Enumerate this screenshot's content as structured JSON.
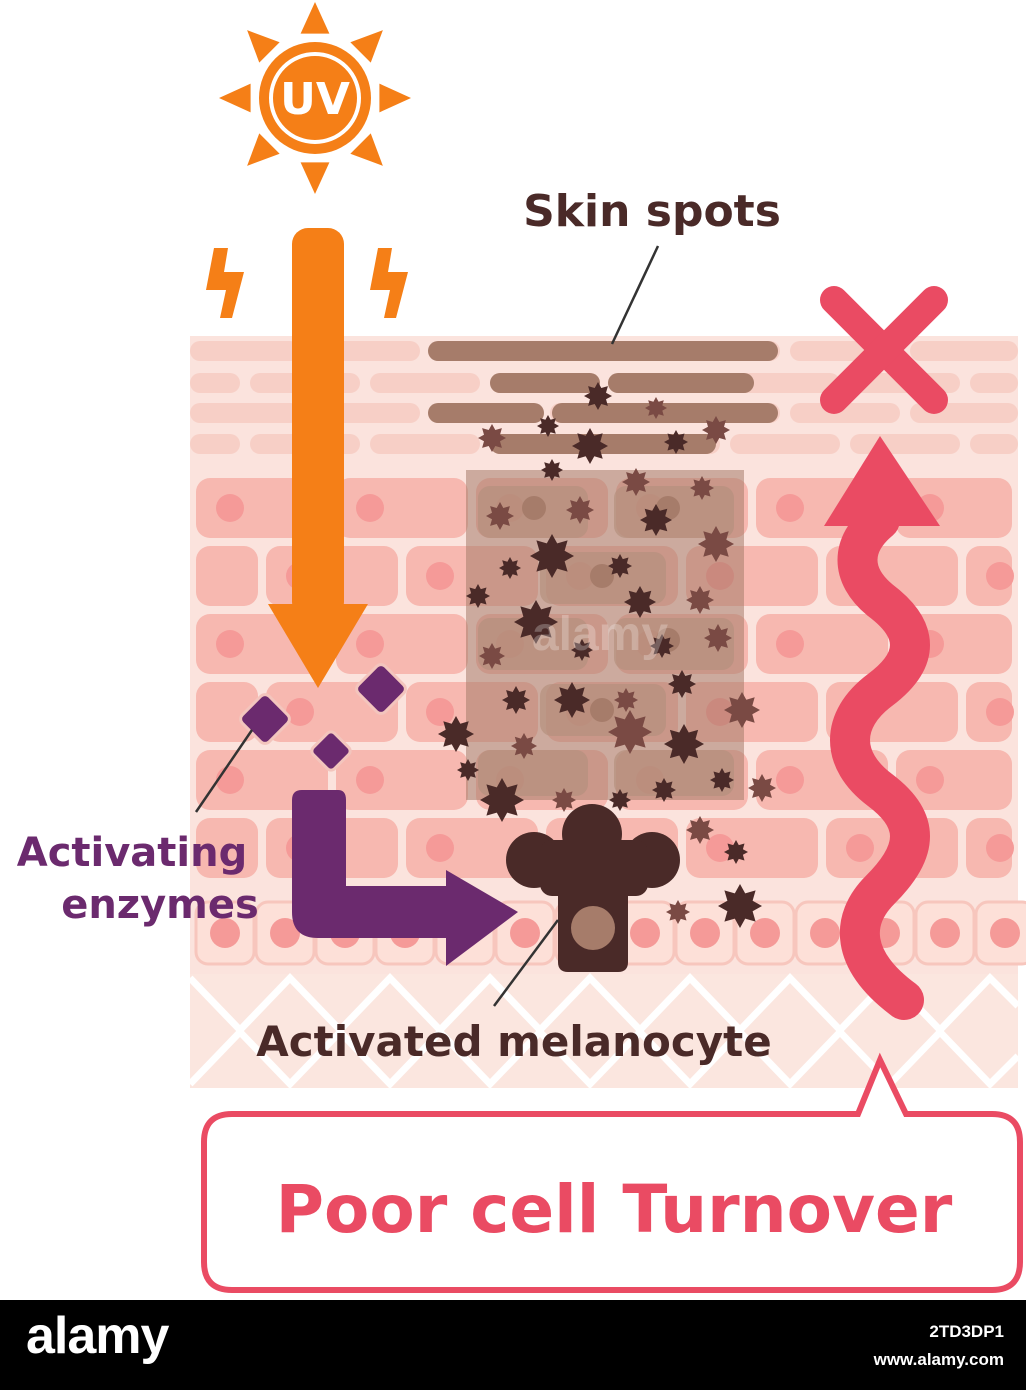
{
  "sun": {
    "label": "UV"
  },
  "labels": {
    "skin_spots": "Skin spots",
    "activating_enzymes": [
      "Activating",
      "enzymes"
    ],
    "activated_melanocyte": "Activated melanocyte",
    "callout": "Poor cell Turnover"
  },
  "watermark": "alamy",
  "footer": {
    "logo": "alamy",
    "image_id": "2TD3DP1",
    "url": "www.alamy.com"
  },
  "colors": {
    "uv_orange": "#f57f17",
    "enzyme_purple": "#6b2a6e",
    "melanin_dark": "#4a2a28",
    "melanin_mid": "#7a4a44",
    "callout_red": "#ea4b63",
    "skin_cell": "#f7b8b0",
    "skin_line": "#f5d2ca",
    "spot_brown": "#a67c6a"
  }
}
